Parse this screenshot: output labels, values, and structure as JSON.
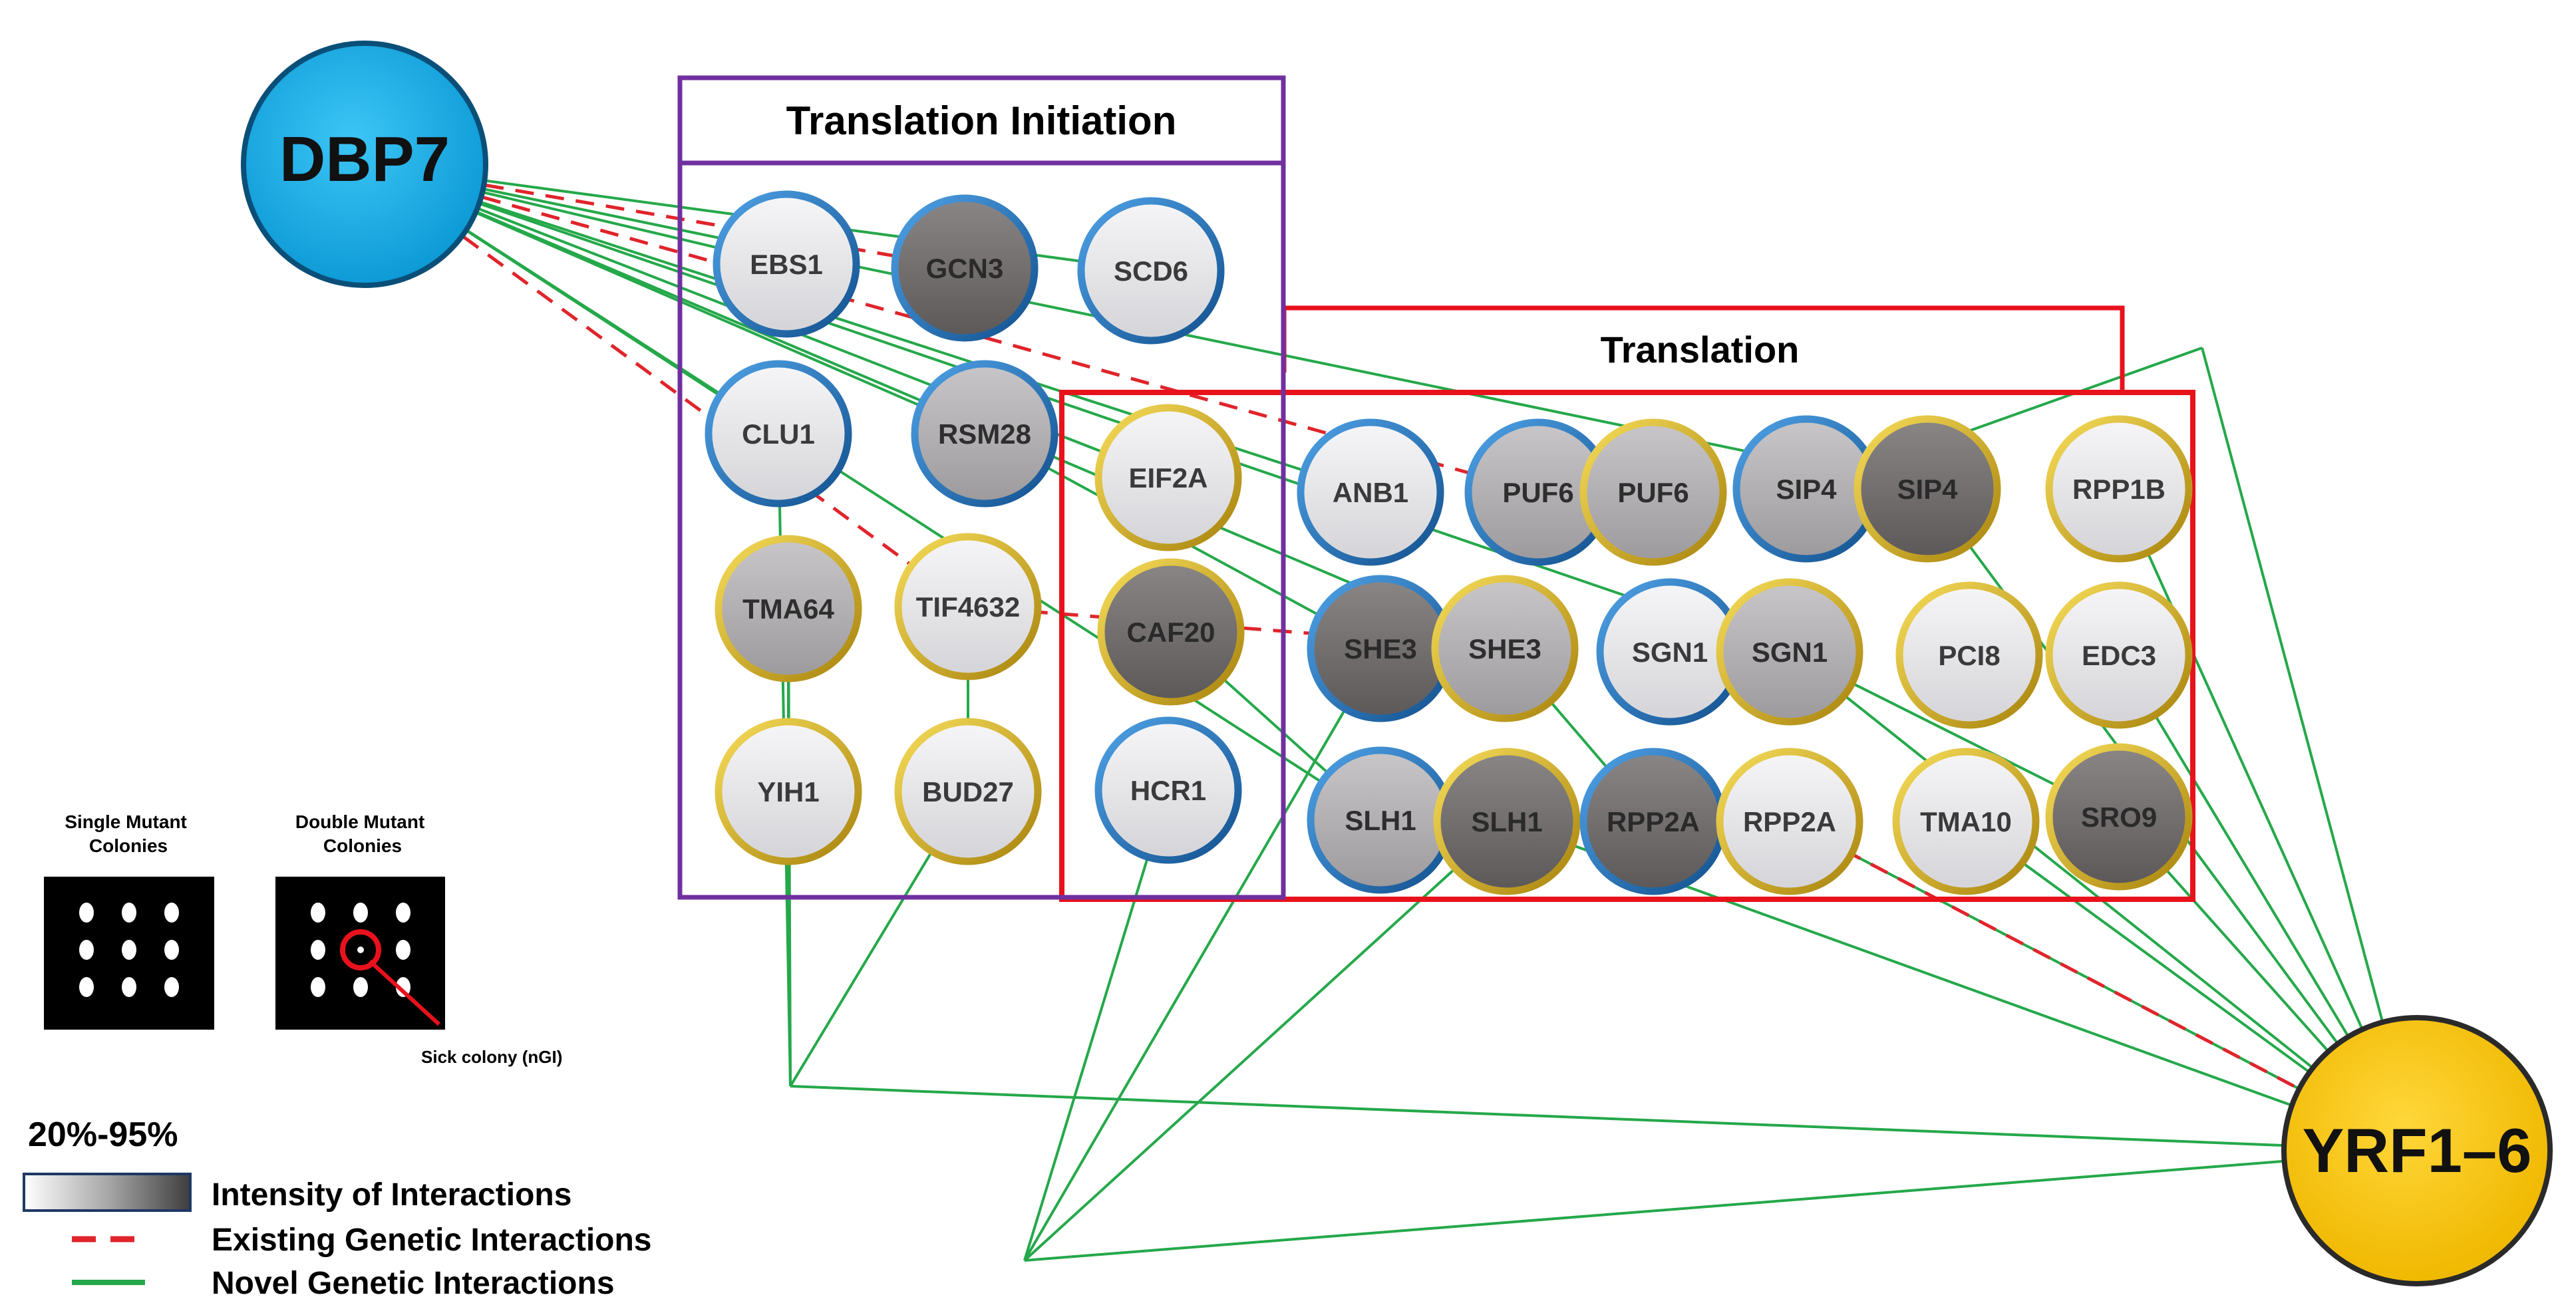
{
  "hubs": {
    "dbp7": {
      "label": "DBP7",
      "color": "#19b5ee"
    },
    "yrf": {
      "label": "YRF1–6",
      "color": "#fdc81a"
    }
  },
  "groups": {
    "translation_initiation": {
      "title": "Translation Initiation",
      "color": "#7030a0"
    },
    "translation": {
      "title": "Translation",
      "color": "#e8121c"
    }
  },
  "genes": [
    {
      "id": "EBS1",
      "label": "EBS1",
      "ring": "blue",
      "shade": "light"
    },
    {
      "id": "GCN3",
      "label": "GCN3",
      "ring": "blue",
      "shade": "dark"
    },
    {
      "id": "SCD6",
      "label": "SCD6",
      "ring": "blue",
      "shade": "light"
    },
    {
      "id": "CLU1",
      "label": "CLU1",
      "ring": "blue",
      "shade": "light"
    },
    {
      "id": "RSM28",
      "label": "RSM28",
      "ring": "blue",
      "shade": "mid"
    },
    {
      "id": "TMA64",
      "label": "TMA64",
      "ring": "yellow",
      "shade": "mid"
    },
    {
      "id": "TIF4632",
      "label": "TIF4632",
      "ring": "yellow",
      "shade": "light"
    },
    {
      "id": "YIH1",
      "label": "YIH1",
      "ring": "yellow",
      "shade": "light"
    },
    {
      "id": "BUD27",
      "label": "BUD27",
      "ring": "yellow",
      "shade": "light"
    },
    {
      "id": "EIF2A",
      "label": "EIF2A",
      "ring": "yellow",
      "shade": "light"
    },
    {
      "id": "CAF20",
      "label": "CAF20",
      "ring": "yellow",
      "shade": "dark"
    },
    {
      "id": "HCR1",
      "label": "HCR1",
      "ring": "blue",
      "shade": "light"
    },
    {
      "id": "ANB1",
      "label": "ANB1",
      "ring": "blue",
      "shade": "light"
    },
    {
      "id": "PUF6b",
      "label": "PUF6",
      "ring": "blue",
      "shade": "mid"
    },
    {
      "id": "PUF6y",
      "label": "PUF6",
      "ring": "yellow",
      "shade": "mid"
    },
    {
      "id": "SIP4b",
      "label": "SIP4",
      "ring": "blue",
      "shade": "mid"
    },
    {
      "id": "SIP4y",
      "label": "SIP4",
      "ring": "yellow",
      "shade": "dark"
    },
    {
      "id": "RPP1B",
      "label": "RPP1B",
      "ring": "yellow",
      "shade": "light"
    },
    {
      "id": "SHE3b",
      "label": "SHE3",
      "ring": "blue",
      "shade": "dark"
    },
    {
      "id": "SHE3y",
      "label": "SHE3",
      "ring": "yellow",
      "shade": "mid"
    },
    {
      "id": "SGN1b",
      "label": "SGN1",
      "ring": "blue",
      "shade": "light"
    },
    {
      "id": "SGN1y",
      "label": "SGN1",
      "ring": "yellow",
      "shade": "mid"
    },
    {
      "id": "PCI8",
      "label": "PCI8",
      "ring": "yellow",
      "shade": "light"
    },
    {
      "id": "EDC3",
      "label": "EDC3",
      "ring": "yellow",
      "shade": "light"
    },
    {
      "id": "SLH1b",
      "label": "SLH1",
      "ring": "blue",
      "shade": "mid"
    },
    {
      "id": "SLH1y",
      "label": "SLH1",
      "ring": "yellow",
      "shade": "dark"
    },
    {
      "id": "RPP2Ab",
      "label": "RPP2A",
      "ring": "blue",
      "shade": "dark"
    },
    {
      "id": "RPP2Ay",
      "label": "RPP2A",
      "ring": "yellow",
      "shade": "light"
    },
    {
      "id": "TMA10",
      "label": "TMA10",
      "ring": "yellow",
      "shade": "light"
    },
    {
      "id": "SRO9",
      "label": "SRO9",
      "ring": "yellow",
      "shade": "dark"
    }
  ],
  "edges": {
    "novel": [
      [
        "DBP7",
        "EBS1"
      ],
      [
        "DBP7",
        "SCD6"
      ],
      [
        "DBP7",
        "RSM28"
      ],
      [
        "DBP7",
        "SIP4y"
      ],
      [
        "DBP7",
        "ANB1"
      ],
      [
        "DBP7",
        "EIF2A"
      ],
      [
        "DBP7",
        "SHE3y"
      ],
      [
        "DBP7",
        "SGN1y"
      ],
      [
        "DBP7",
        "SLH1b"
      ],
      [
        "DBP7",
        "CLU1"
      ],
      [
        "TMA64",
        "YIH1"
      ],
      [
        "TIF4632",
        "BUD27"
      ]
    ],
    "existing": [
      [
        "DBP7",
        "GCN3"
      ],
      [
        "DBP7",
        "PUF6b"
      ],
      [
        "DBP7",
        "TIF4632"
      ],
      [
        "TIF4632",
        "SHE3y"
      ]
    ]
  },
  "legend": {
    "single_mutant": "Single Mutant\nColonies",
    "double_mutant": "Double Mutant\nColonies",
    "sick_colony": "Sick colony (nGI)",
    "range": "20%-95%",
    "intensity": "Intensity of Interactions",
    "existing": "Existing Genetic Interactions",
    "novel": "Novel Genetic Interactions"
  },
  "colors": {
    "novel_line": "#25a84a",
    "existing_line": "#e0242b",
    "ring_blue": "#2878c0",
    "ring_yellow": "#d9b21c"
  }
}
